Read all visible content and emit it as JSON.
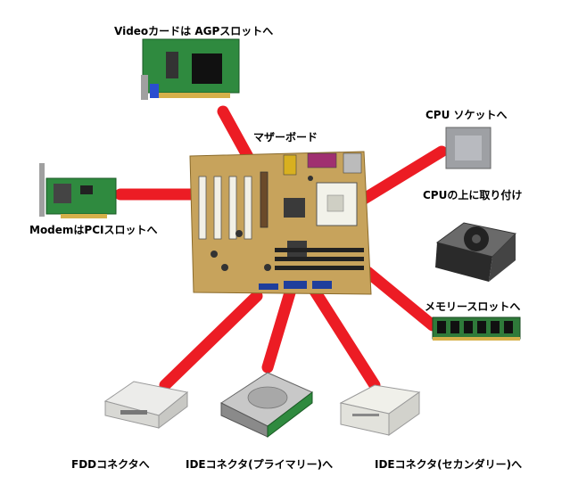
{
  "labels": {
    "video_card": "Videoカードは AGPスロットへ",
    "motherboard": "マザーボード",
    "cpu_socket": "CPU ソケットへ",
    "cpu_cooler": "CPUの上に取り付け",
    "modem": "ModemはPCIスロットへ",
    "memory": "メモリースロットへ",
    "fdd": "FDDコネクタへ",
    "ide_primary": "IDEコネクタ(プライマリー)へ",
    "ide_secondary": "IDEコネクタ(セカンダリー)へ"
  },
  "colors": {
    "connector_line": "#ec1c24",
    "pcb_green": "#2f8a3f",
    "motherboard_pcb": "#c7a35c"
  }
}
